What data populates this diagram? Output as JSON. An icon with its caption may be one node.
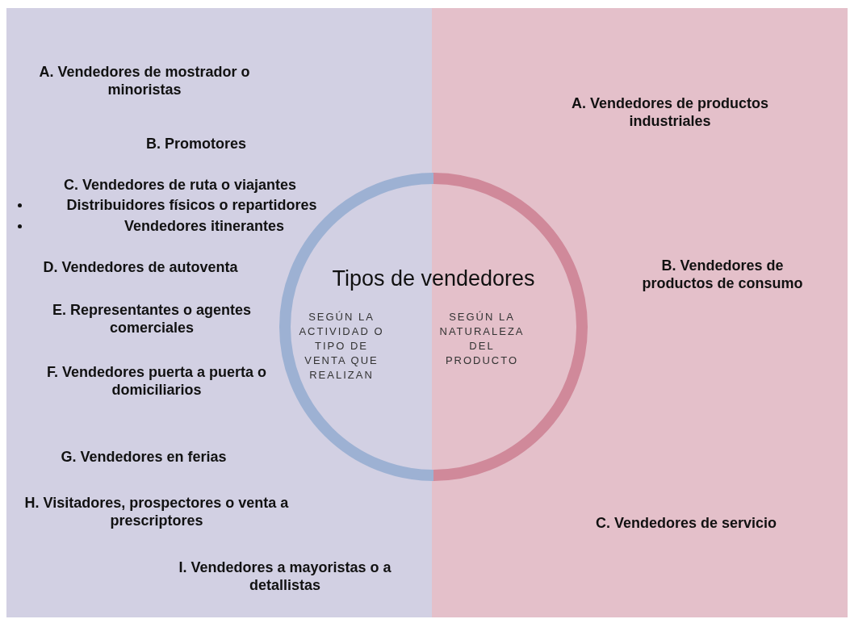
{
  "diagram": {
    "nodes": [
      {
        "text": [
          "A. Vendedores de mostrador o minoristas",
          "B. Promotores",
          "C. Vendedores de ruta o viajantes",
          "Distribuidores físicos o repartidores",
          "Vendedores itinerantes",
          "D. Vendedores de autoventa",
          "E. Representantes o agentes comerciales",
          "F. Vendedores puerta a puerta o domiciliarios",
          "G. Vendedores en ferias",
          "H. Visitadores, prospectores o venta a prescriptores",
          "I. Vendedores a mayoristas o a detallistas"
        ]
      },
      {
        "text": [
          "A. Vendedores de productos industriales",
          "B. Vendedores de productos de consumo",
          "C. Vendedores de servicio"
        ]
      },
      {
        "text": [
          "Tipos de vendedores",
          "SEGÚN LA ACTIVIDAD O TIPO DE VENTA QUE REALIZAN",
          "SEGÚN LA NATURALEZA DEL PRODUCTO"
        ]
      }
    ],
    "edges": []
  }
}
